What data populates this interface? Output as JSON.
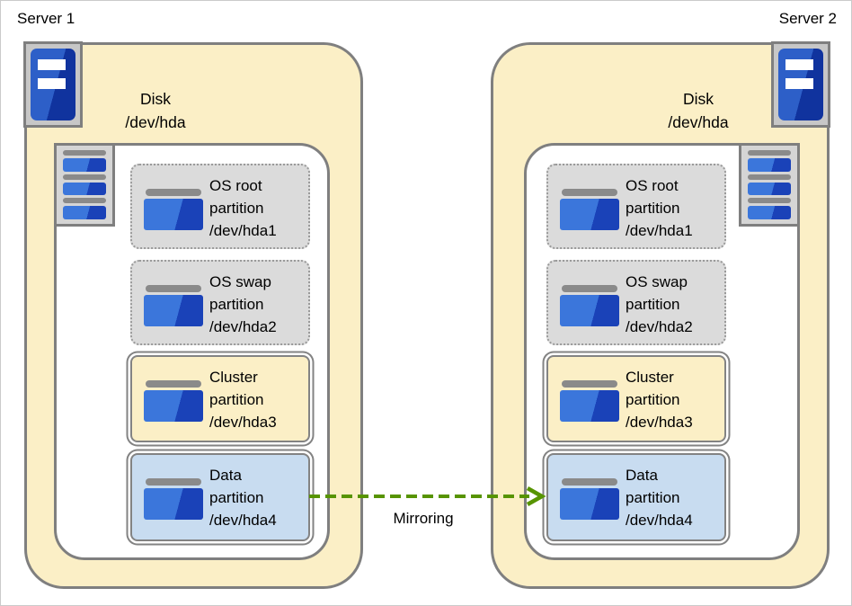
{
  "servers": [
    {
      "name": "Server 1",
      "disk": {
        "line1": "Disk",
        "line2": "/dev/hda"
      },
      "partitions": [
        {
          "name": "OS root partition",
          "line1": "OS root",
          "line2": "partition",
          "line3": "/dev/hda1",
          "style": "os-dotted"
        },
        {
          "name": "OS swap partition",
          "line1": "OS swap",
          "line2": "partition",
          "line3": "/dev/hda2",
          "style": "os-dotted"
        },
        {
          "name": "Cluster partition",
          "line1": "Cluster",
          "line2": "partition",
          "line3": "/dev/hda3",
          "style": "cluster"
        },
        {
          "name": "Data partition",
          "line1": "Data",
          "line2": "partition",
          "line3": "/dev/hda4",
          "style": "data"
        }
      ]
    },
    {
      "name": "Server 2",
      "disk": {
        "line1": "Disk",
        "line2": "/dev/hda"
      },
      "partitions": [
        {
          "name": "OS root partition",
          "line1": "OS root",
          "line2": "partition",
          "line3": "/dev/hda1",
          "style": "os-dotted"
        },
        {
          "name": "OS swap partition",
          "line1": "OS swap",
          "line2": "partition",
          "line3": "/dev/hda2",
          "style": "os-dotted"
        },
        {
          "name": "Cluster partition",
          "line1": "Cluster",
          "line2": "partition",
          "line3": "/dev/hda3",
          "style": "cluster"
        },
        {
          "name": "Data partition",
          "line1": "Data",
          "line2": "partition",
          "line3": "/dev/hda4",
          "style": "data"
        }
      ]
    }
  ],
  "arrow": {
    "label": "Mirroring",
    "color": "#579400",
    "from": "Server 1 /dev/hda4",
    "to": "Server 2 /dev/hda4"
  },
  "icons": {
    "server": "server-tower-icon",
    "disk": "disk-stack-icon",
    "partition": "partition-icon"
  },
  "colors": {
    "wheat": "#FBEFC6",
    "border-gray": "#7F7F7F",
    "partition-gray": "#DBDBDB",
    "dotted-border": "#9A9A9A",
    "data-blue": "#C8DCF0",
    "icon-blue-light": "#3B76DB",
    "icon-blue-dark": "#1A42B8",
    "tower-blue-light": "#2D5FC8",
    "tower-blue-dark": "#10339E",
    "bar-gray": "#8A8A8A",
    "arrow-green": "#579400"
  }
}
